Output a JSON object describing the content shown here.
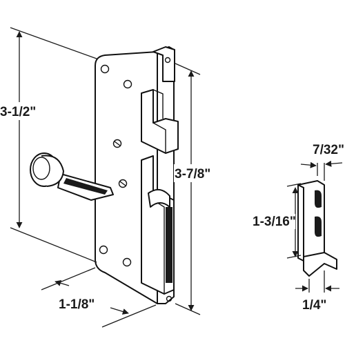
{
  "dimensions": {
    "overall_height": "3-1/2\"",
    "strike_height": "3-7/8\"",
    "plate_width": "1-1/8\"",
    "keeper_height": "1-3/16\"",
    "keeper_width": "7/32\"",
    "keeper_depth": "1/4\""
  },
  "colors": {
    "line": "#111111",
    "background": "#ffffff",
    "shade": "#1a1a1a"
  }
}
